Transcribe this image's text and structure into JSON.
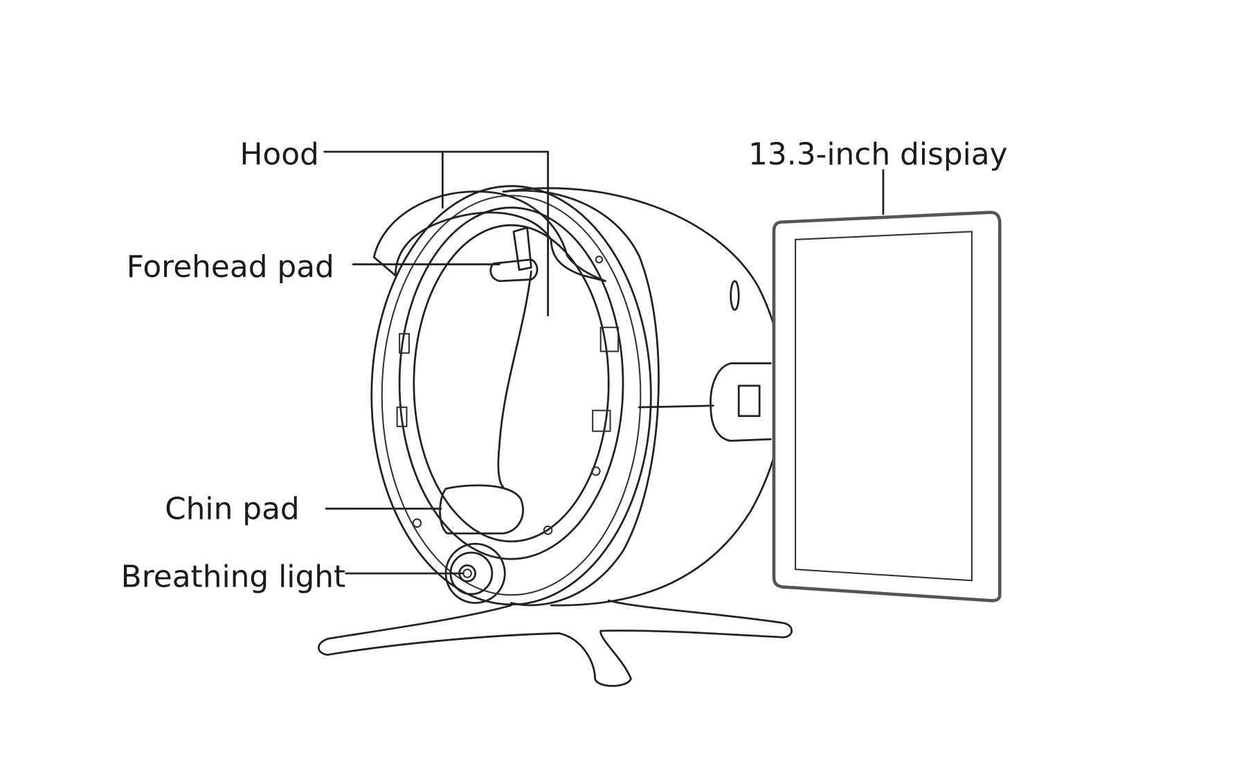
{
  "labels": {
    "hood": "Hood",
    "forehead_pad": "Forehead pad",
    "chin_pad": "Chin pad",
    "breathing_light": "Breathing light",
    "display": "13.3-inch dispiay"
  },
  "colors": {
    "line": "#222222",
    "background": "#ffffff"
  }
}
